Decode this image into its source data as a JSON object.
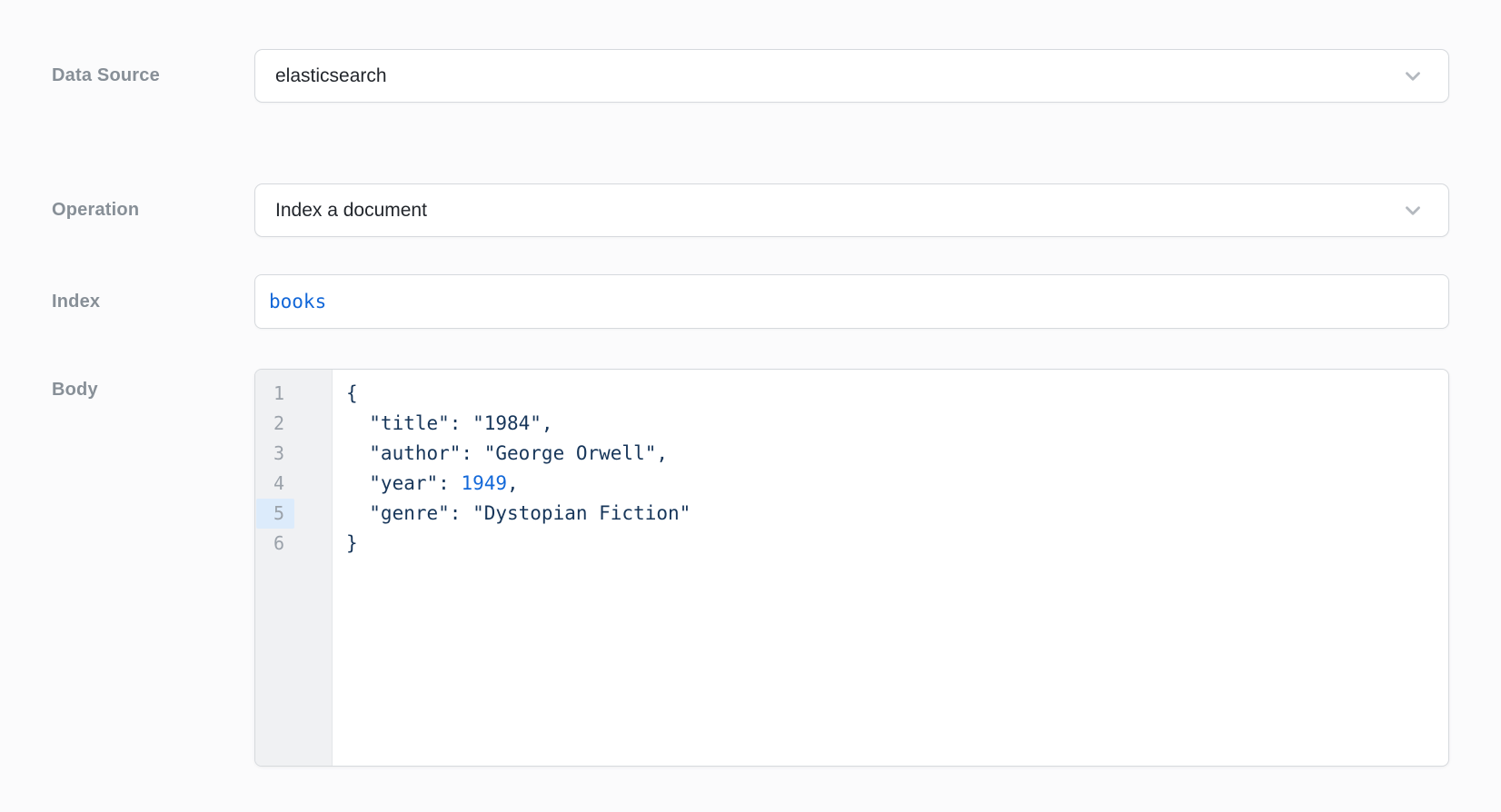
{
  "colors": {
    "accent_blue": "#1268d9",
    "code_text": "#17365a",
    "label_gray": "#878f97",
    "line_highlight_bg": "#dcebfb",
    "gutter_bg": "#f0f1f3",
    "border": "#d6d9dd"
  },
  "data_source": {
    "label": "Data Source",
    "value": "elasticsearch"
  },
  "operation": {
    "label": "Operation",
    "value": "Index a document"
  },
  "index": {
    "label": "Index",
    "value": "books"
  },
  "body": {
    "label": "Body",
    "active_line": 5,
    "lines": [
      {
        "number": "1",
        "active": false,
        "segments": [
          {
            "text": "{",
            "type": "default"
          }
        ]
      },
      {
        "number": "2",
        "active": false,
        "segments": [
          {
            "text": "  \"title\": \"1984\",",
            "type": "default"
          }
        ]
      },
      {
        "number": "3",
        "active": false,
        "segments": [
          {
            "text": "  \"author\": \"George Orwell\",",
            "type": "default"
          }
        ]
      },
      {
        "number": "4",
        "active": false,
        "segments": [
          {
            "text": "  \"year\": ",
            "type": "default"
          },
          {
            "text": "1949",
            "type": "number"
          },
          {
            "text": ",",
            "type": "default"
          }
        ]
      },
      {
        "number": "5",
        "active": true,
        "segments": [
          {
            "text": "  \"genre\": \"Dystopian Fiction\"",
            "type": "default"
          }
        ]
      },
      {
        "number": "6",
        "active": false,
        "segments": [
          {
            "text": "}",
            "type": "default"
          }
        ]
      }
    ],
    "content": "{\n  \"title\": \"1984\",\n  \"author\": \"George Orwell\",\n  \"year\": 1949,\n  \"genre\": \"Dystopian Fiction\"\n}"
  }
}
